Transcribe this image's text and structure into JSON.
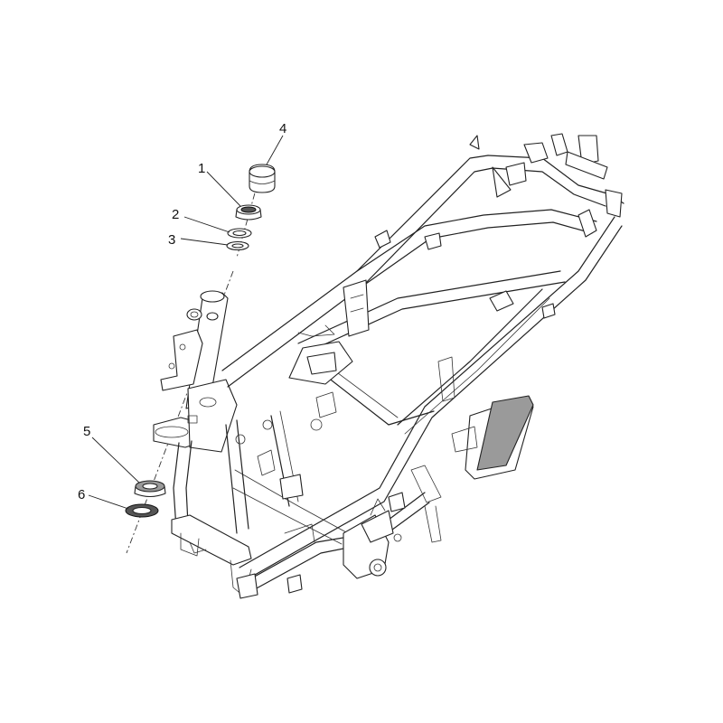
{
  "callouts": [
    {
      "id": "1",
      "label": "1"
    },
    {
      "id": "2",
      "label": "2"
    },
    {
      "id": "3",
      "label": "3"
    },
    {
      "id": "4",
      "label": "4"
    },
    {
      "id": "5",
      "label": "5"
    },
    {
      "id": "6",
      "label": "6"
    }
  ],
  "colors": {
    "line": "#222222",
    "part_fill": "#9a9a9a",
    "background": "#ffffff"
  }
}
